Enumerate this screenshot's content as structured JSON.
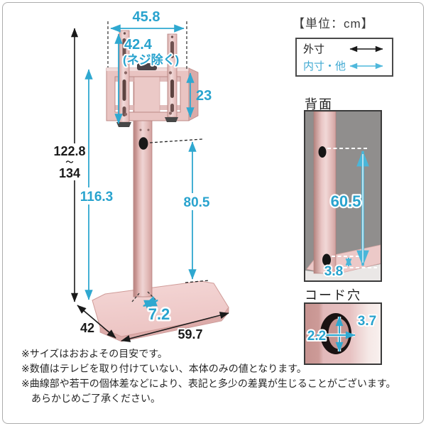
{
  "unit_header": "【単位：cm】",
  "legend": {
    "outer_label": "外寸",
    "inner_label": "内寸・他"
  },
  "main_diagram": {
    "top_width": "45.8",
    "bracket_height": "42.4",
    "bracket_note": "(ネジ除く)",
    "mount_height": "23",
    "height_min": "122.8",
    "height_tilde": "〜",
    "height_max": "134",
    "pole_height": "116.3",
    "cord_hole_height": "80.5",
    "pole_base_width": "7.2",
    "base_depth": "42",
    "base_width": "59.7"
  },
  "back_view": {
    "title": "背面",
    "hole_distance": "60.5",
    "bottom_offset": "3.8"
  },
  "cord_hole_view": {
    "title": "コード穴",
    "hole_height": "3.7",
    "hole_width": "2.2"
  },
  "notes": [
    "※サイズはおおよその目安です。",
    "※数値はテレビを取り付けていない、本体のみの値となります。",
    "※曲線部や若干の個体差などにより、表記と多少の差異が生じることがございます。",
    "あらかじめご了承ください。"
  ],
  "colors": {
    "dimension_blue": "#29a3ce",
    "dimension_black": "#1a1a1a",
    "stand_pink": "#e9c4c2",
    "stand_pink_dark": "#bc8a87",
    "back_panel_gray": "#908e8d"
  }
}
